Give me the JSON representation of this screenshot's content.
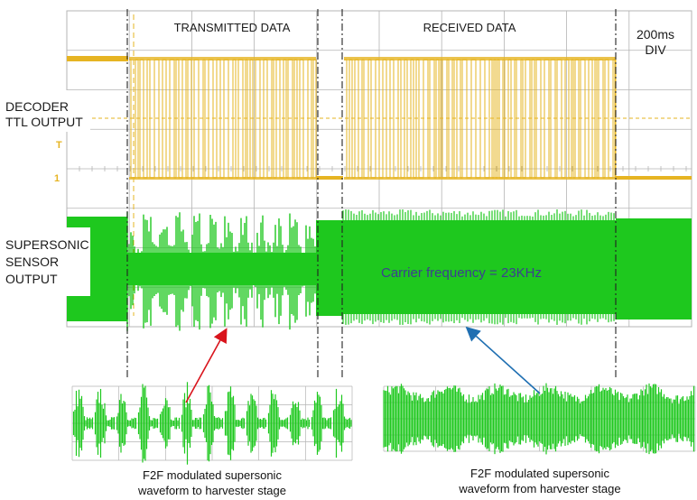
{
  "labels": {
    "transmitted": "TRANSMITTED DATA",
    "received": "RECEIVED DATA",
    "timebase_line1": "200ms",
    "timebase_line2": "DIV",
    "decoder_line1": "DECODER",
    "decoder_line2": "TTL OUTPUT",
    "sensor_line1": "SUPERSONIC",
    "sensor_line2": "SENSOR",
    "sensor_line3": "OUTPUT",
    "carrier": "Carrier frequency = 23KHz",
    "caption_left_line1": "F2F modulated supersonic",
    "caption_left_line2": "waveform to harvester stage",
    "caption_right_line1": "F2F modulated supersonic",
    "caption_right_line2": "waveform from  harvester stage",
    "marker_t": "T",
    "marker_1": "1"
  },
  "colors": {
    "ttl": "#e6b422",
    "sensor": "#1ec81e",
    "grid": "#b4b4b4",
    "arrow_left": "#d9141c",
    "arrow_right": "#1f6fb2",
    "carrier_text": "#3c3f90"
  }
}
